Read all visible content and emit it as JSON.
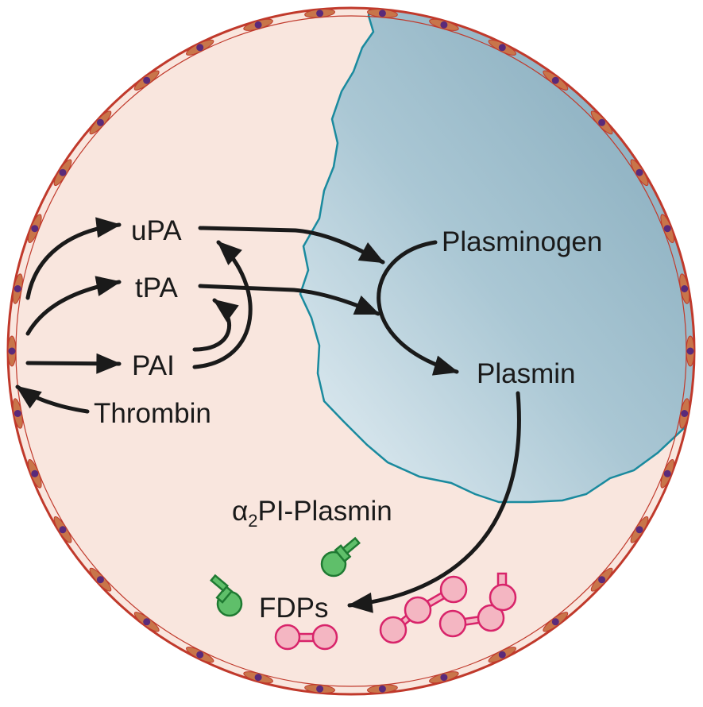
{
  "labels": {
    "upa": "uPA",
    "tpa": "tPA",
    "pai": "PAI",
    "thrombin": "Thrombin",
    "plasminogen": "Plasminogen",
    "plasmin": "Plasmin",
    "alpha_symbol": "α",
    "alpha_subscript": "2",
    "alpha_rest": "PI-Plasmin",
    "fdps": "FDPs"
  },
  "colors": {
    "vessel_lumen": "#f9e6de",
    "clot_fill_dark": "#7fa6b8",
    "clot_fill_light": "#e4eff4",
    "clot_edge": "#1a8a9e",
    "endothelium_outline": "#c0392b",
    "endothelial_cell": "#c8754a",
    "nucleus": "#5a2a7a",
    "arrow": "#1a1a1a",
    "green_complex": "#5fbf6a",
    "green_outline": "#1f7a32",
    "pink_fdp": "#f4b6c2",
    "pink_outline": "#d8246a"
  }
}
